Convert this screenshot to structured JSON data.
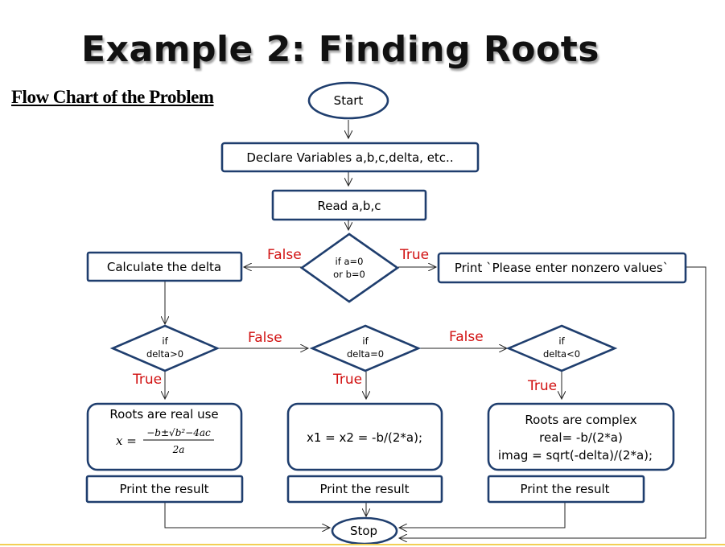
{
  "title": "Example 2: Finding Roots",
  "subtitle": "Flow Chart of the Problem",
  "nodes": {
    "start": "Start",
    "declare": "Declare Variables a,b,c,delta, etc..",
    "read": "Read a,b,c",
    "check_zero_line1": "if a=0",
    "check_zero_line2": "or b=0",
    "calc_delta": "Calculate the delta",
    "print_nonzero": "Print `Please enter nonzero values`",
    "delta_gt_line1": "if",
    "delta_gt_line2": "delta>0",
    "delta_eq_line1": "if",
    "delta_eq_line2": "delta=0",
    "delta_lt_line1": "if",
    "delta_lt_line2": "delta<0",
    "real_roots_heading": "Roots are real use",
    "formula_lhs": "x =",
    "formula_numerator": "−b±√b²−4ac",
    "formula_denominator": "2a",
    "equal_roots": "x1 = x2 = -b/(2*a);",
    "complex_line1": "Roots are complex",
    "complex_line2": "real= -b/(2*a)",
    "complex_line3": "imag = sqrt(-delta)/(2*a);",
    "print_result_1": "Print the result",
    "print_result_2": "Print the result",
    "print_result_3": "Print the result",
    "stop": "Stop"
  },
  "labels": {
    "false_zero": "False",
    "true_zero": "True",
    "false_gt": "False",
    "false_eq": "False",
    "true_gt": "True",
    "true_eq": "True",
    "true_lt": "True"
  },
  "colors": {
    "shape_border": "#1f3e6e",
    "label_red": "#d11111",
    "connector": "#222222"
  }
}
